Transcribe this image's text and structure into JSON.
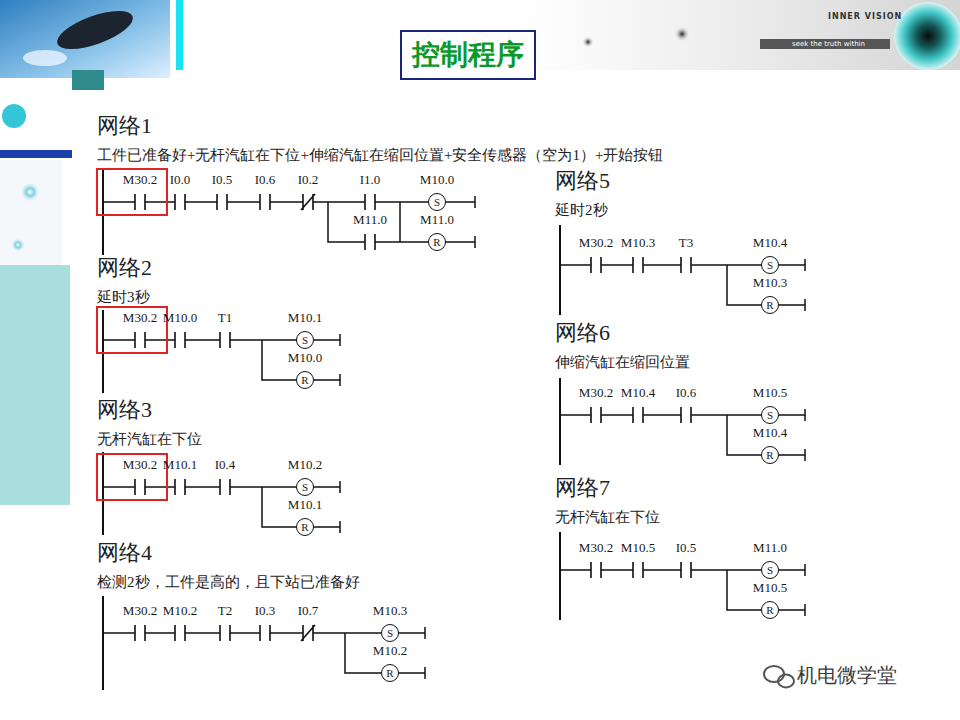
{
  "diagram": {
    "title": "控制程序",
    "nodes": [
      {
        "text": [
          "M30.2"
        ]
      },
      {
        "text": [
          "M10.0",
          "S"
        ]
      },
      {
        "text": [
          "M11.0",
          "R"
        ]
      },
      {
        "text": [
          "M30.2"
        ]
      },
      {
        "text": [
          "M10.1",
          "S"
        ]
      },
      {
        "text": [
          "M10.0",
          "R"
        ]
      },
      {
        "text": [
          "M30.2"
        ]
      },
      {
        "text": [
          "M10.2",
          "S"
        ]
      },
      {
        "text": [
          "M10.1",
          "R"
        ]
      },
      {
        "text": [
          "M10.3",
          "S"
        ]
      },
      {
        "text": [
          "M10.2",
          "R"
        ]
      },
      {
        "text": [
          "M10.4",
          "S"
        ]
      },
      {
        "text": [
          "M10.3",
          "R"
        ]
      },
      {
        "text": [
          "M10.5",
          "S"
        ]
      },
      {
        "text": [
          "M10.4",
          "R"
        ]
      },
      {
        "text": [
          "M11.0",
          "S"
        ]
      },
      {
        "text": [
          "M10.5",
          "R"
        ]
      }
    ],
    "labels": [
      "网络1",
      "工件已准备好+无杆汽缸在下位+伸缩汽缸在缩回位置+安全传感器（空为1）+开始按钮",
      "I0.0",
      "I0.5",
      "I0.6",
      "I0.2",
      "I1.0",
      "M11.0",
      "网络2",
      "延时3秒",
      "M10.0",
      "T1",
      "网络3",
      "无杆汽缸在下位",
      "M10.1",
      "I0.4",
      "网络4",
      "检测2秒，工件是高的，且下站已准备好",
      "M30.2",
      "M10.2",
      "T2",
      "I0.3",
      "I0.7",
      "网络5",
      "延时2秒",
      "M30.2",
      "M10.3",
      "T3",
      "网络6",
      "伸缩汽缸在缩回位置",
      "M30.2",
      "M10.4",
      "I0.6",
      "网络7",
      "无杆汽缸在下位",
      "M30.2",
      "M10.5",
      "I0.5",
      "机电微学堂",
      "INNER VISION",
      "seek the truth within"
    ]
  }
}
